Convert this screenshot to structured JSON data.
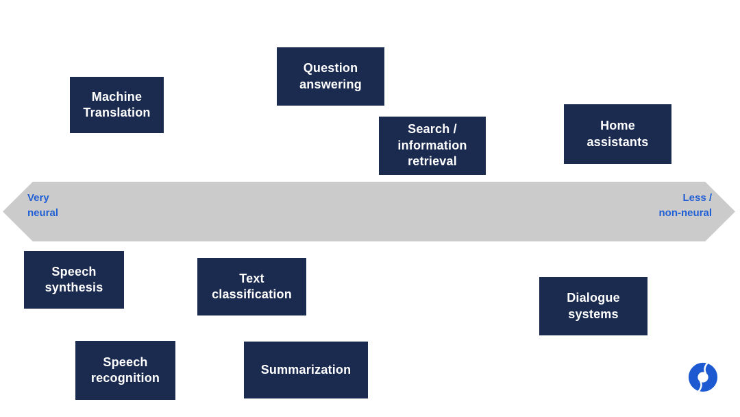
{
  "slide": {
    "background": "#ffffff"
  },
  "colors": {
    "box_background": "#1b2a4f",
    "box_text": "#ffffff",
    "arrow_fill": "#cbcbcb",
    "arrow_label_blue": "#2160d4",
    "logo_blue": "#1d5ad1"
  },
  "arrow": {
    "left_label": "Very\nneural",
    "right_label": "Less /\nnon-neural"
  },
  "boxes": {
    "top": [
      {
        "id": "machine-translation",
        "label": "Machine\nTranslation"
      },
      {
        "id": "question-answering",
        "label": "Question\nanswering"
      },
      {
        "id": "search-information-retrieval",
        "label": "Search /\ninformation\nretrieval"
      },
      {
        "id": "home-assistants",
        "label": "Home\nassistants"
      }
    ],
    "bottom": [
      {
        "id": "speech-synthesis",
        "label": "Speech\nsynthesis"
      },
      {
        "id": "text-classification",
        "label": "Text\nclassification"
      },
      {
        "id": "dialogue-systems",
        "label": "Dialogue\nsystems"
      },
      {
        "id": "speech-recognition",
        "label": "Speech\nrecognition"
      },
      {
        "id": "summarization",
        "label": "Summarization"
      }
    ]
  },
  "logo": {
    "icon": "swirl-logo"
  }
}
